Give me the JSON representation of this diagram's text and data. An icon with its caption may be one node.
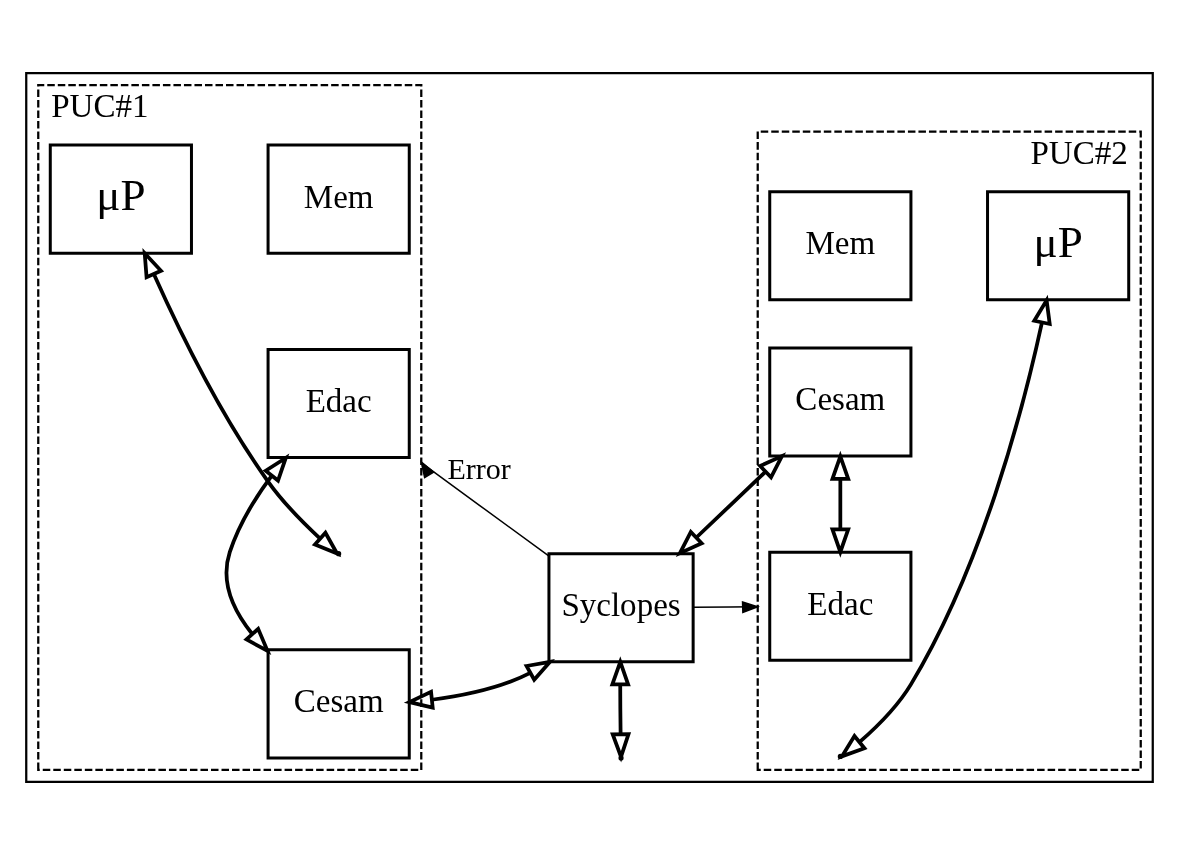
{
  "diagram": {
    "nodes": [
      {
        "text": [],
        "shape": "box"
      },
      {
        "text": [
          "PUC#1"
        ],
        "in": 0
      },
      {
        "text": [
          "Mem"
        ],
        "in": 1
      },
      {
        "text": [
          "Edac"
        ],
        "in": 1
      },
      {
        "text": [
          "μP"
        ],
        "in": 1
      },
      {
        "text": [
          "Cesam"
        ],
        "in": 1
      },
      {
        "text": [
          "PUC#2"
        ],
        "in": 0
      },
      {
        "text": [
          "Mem"
        ],
        "in": 6
      },
      {
        "text": [
          "Edac"
        ],
        "in": 6
      },
      {
        "text": [
          "μP"
        ],
        "in": 6
      },
      {
        "text": [
          "Cesam"
        ],
        "in": 6
      },
      {
        "text": [
          "Syclopes"
        ],
        "in": 0
      }
    ],
    "edges": [
      {
        "from": 3,
        "to": 5,
        "arrow": "both"
      },
      {
        "from": 4,
        "to": null,
        "arrow": "both"
      },
      {
        "from": 8,
        "to": 10,
        "arrow": "both"
      },
      {
        "from": 9,
        "to": null,
        "arrow": "both"
      },
      {
        "from": 11,
        "to": 1,
        "arrow": "to",
        "label": "Error"
      },
      {
        "from": 11,
        "to": 6,
        "arrow": "to"
      },
      {
        "from": 5,
        "to": 11,
        "arrow": "both"
      },
      {
        "from": 11,
        "to": 10,
        "arrow": "both"
      },
      {
        "from": 11,
        "to": null,
        "arrow": "both"
      }
    ]
  }
}
